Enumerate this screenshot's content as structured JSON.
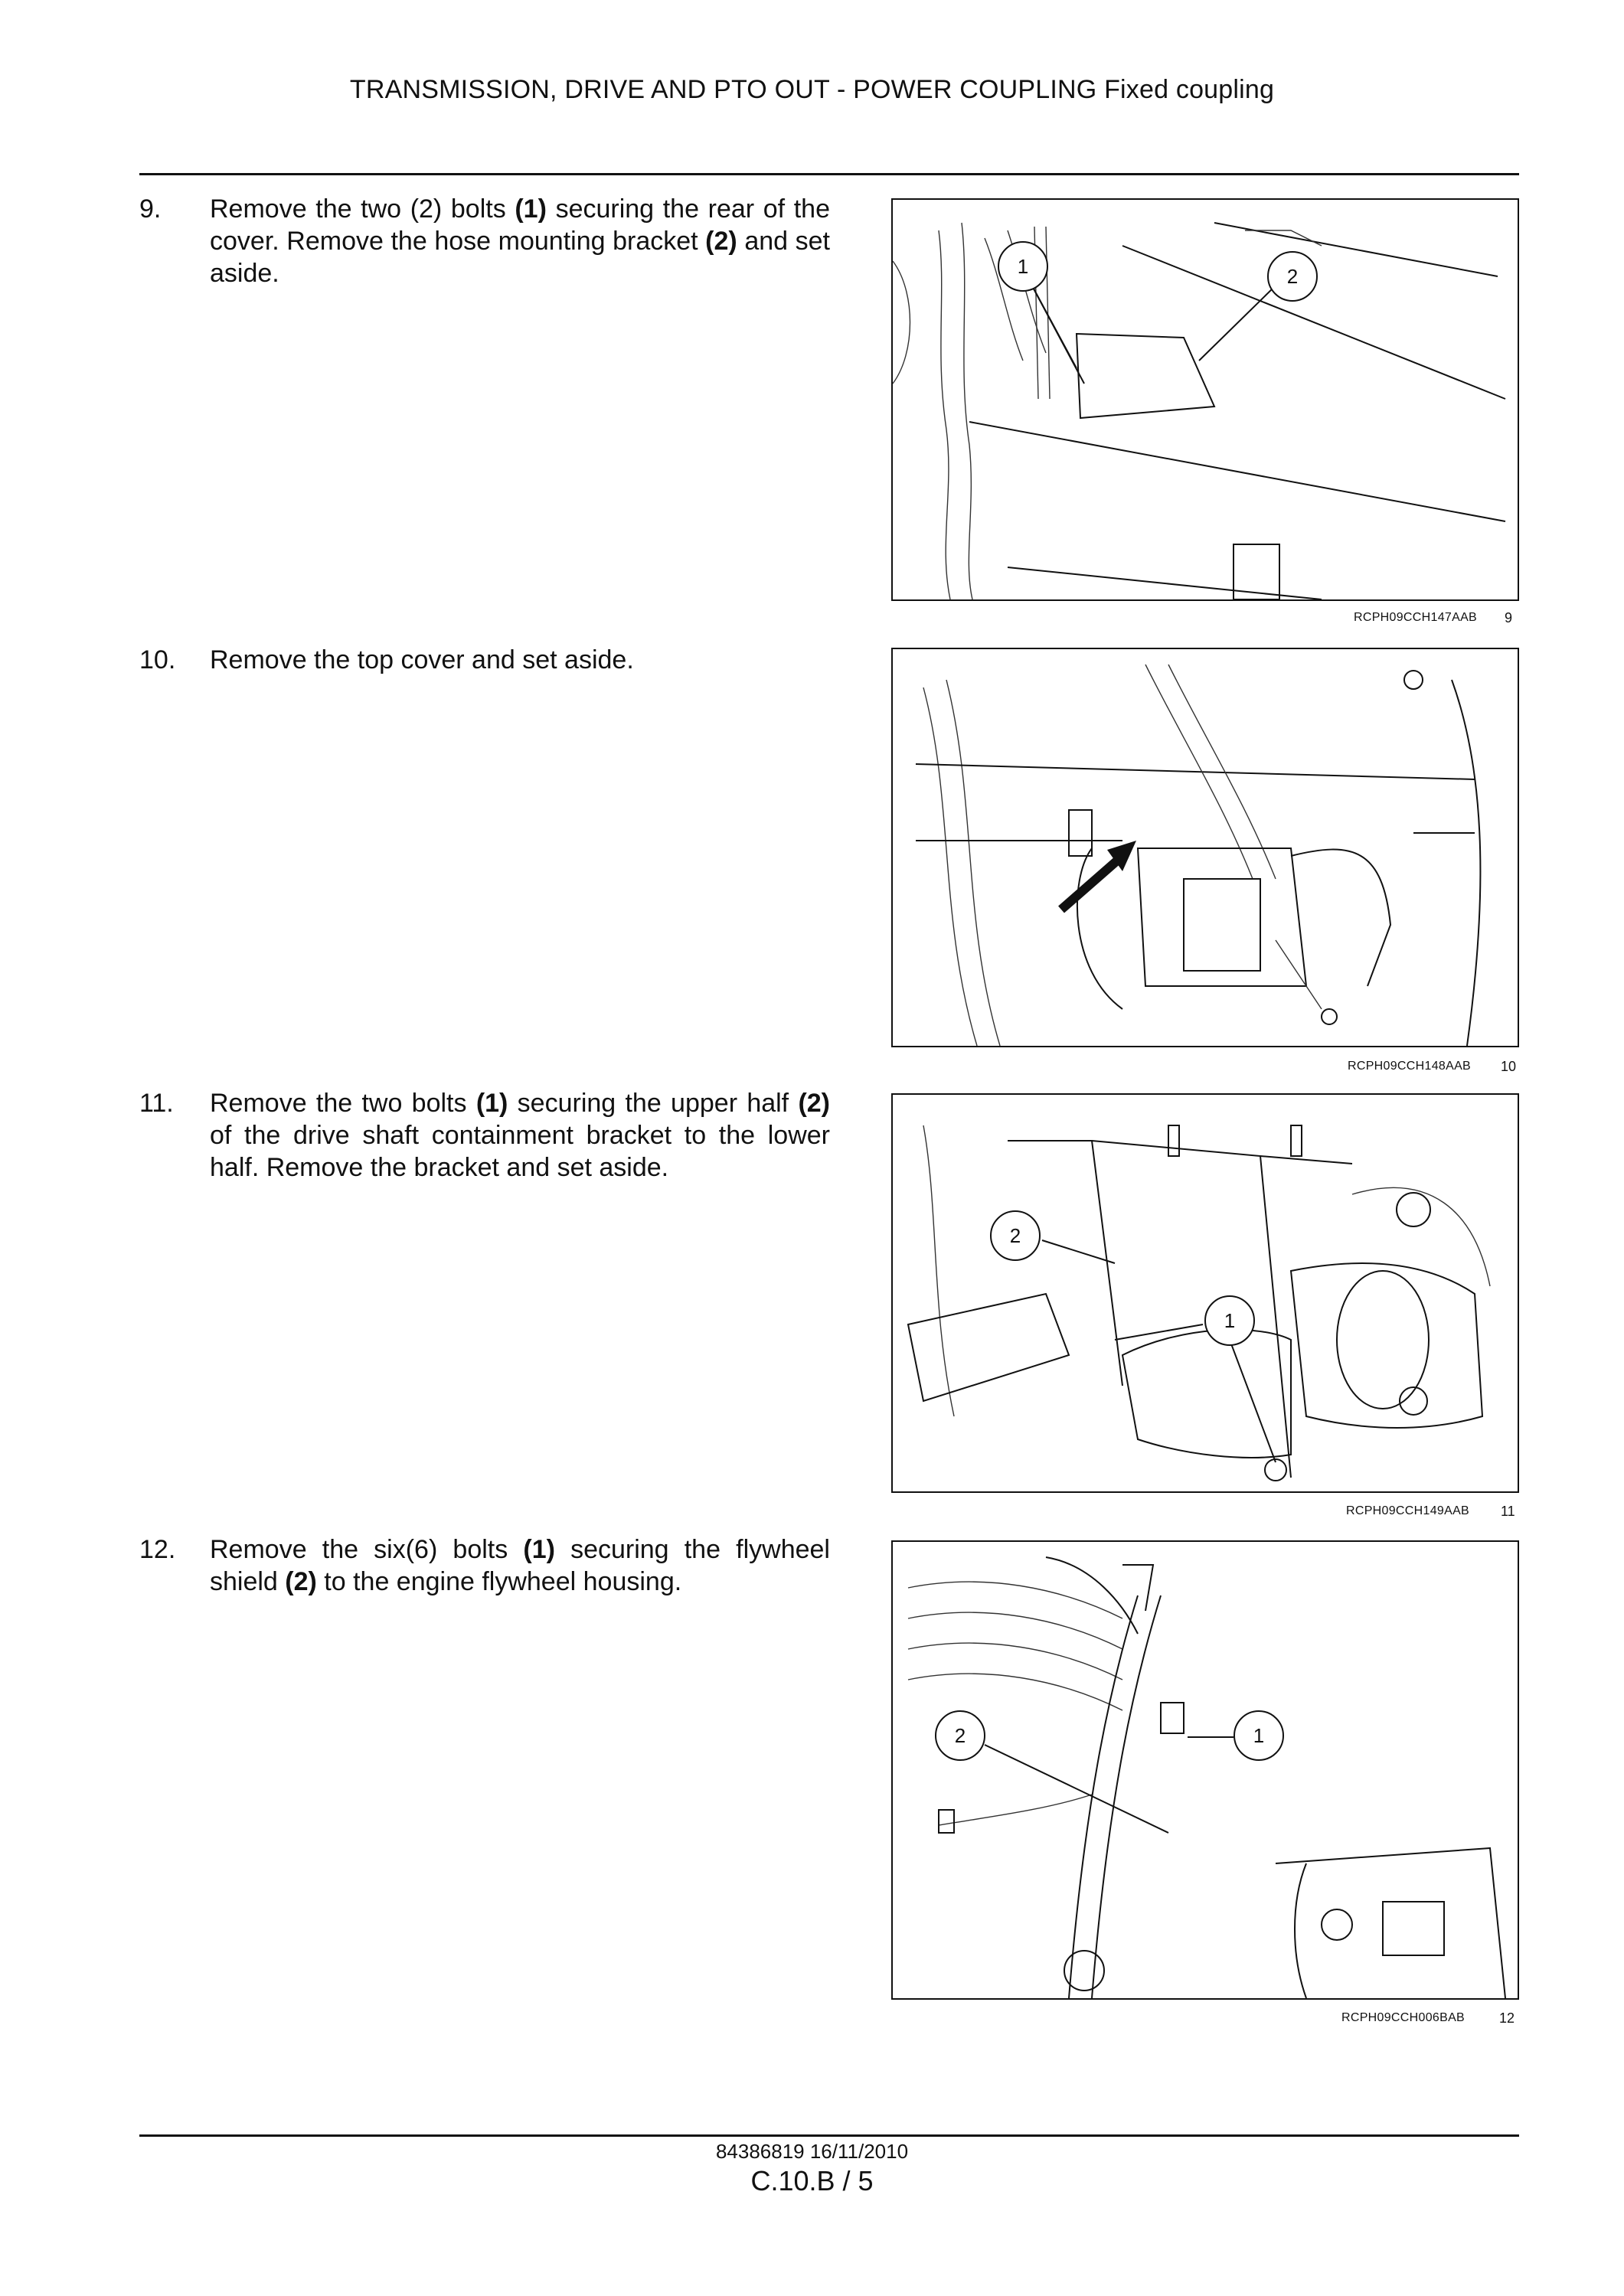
{
  "header": {
    "title": "TRANSMISSION, DRIVE AND PTO OUT - POWER COUPLING Fixed coupling"
  },
  "steps": [
    {
      "number": "9.",
      "parts": [
        "Remove the two (2) bolts ",
        "(1)",
        " securing the rear of the cover. Remove the hose mounting bracket ",
        "(2)",
        " and set aside."
      ],
      "figure": {
        "code": "RCPH09CCH147AAB",
        "number": "9",
        "callouts": [
          "1",
          "2"
        ]
      }
    },
    {
      "number": "10.",
      "parts": [
        "Remove the top cover and set aside."
      ],
      "figure": {
        "code": "RCPH09CCH148AAB",
        "number": "10",
        "callouts": []
      }
    },
    {
      "number": "11.",
      "parts": [
        "Remove the two bolts ",
        "(1)",
        " securing the upper half ",
        "(2)",
        " of the drive shaft containment bracket to the lower half. Remove the bracket and set aside."
      ],
      "figure": {
        "code": "RCPH09CCH149AAB",
        "number": "11",
        "callouts": [
          "2",
          "1"
        ]
      }
    },
    {
      "number": "12.",
      "parts": [
        "Remove the six(6) bolts ",
        "(1)",
        " securing the flywheel shield ",
        "(2)",
        " to the engine flywheel housing."
      ],
      "figure": {
        "code": "RCPH09CCH006BAB",
        "number": "12",
        "callouts": [
          "2",
          "1"
        ]
      }
    }
  ],
  "footer": {
    "doc_code": "84386819 16/11/2010",
    "page": "C.10.B / 5"
  }
}
